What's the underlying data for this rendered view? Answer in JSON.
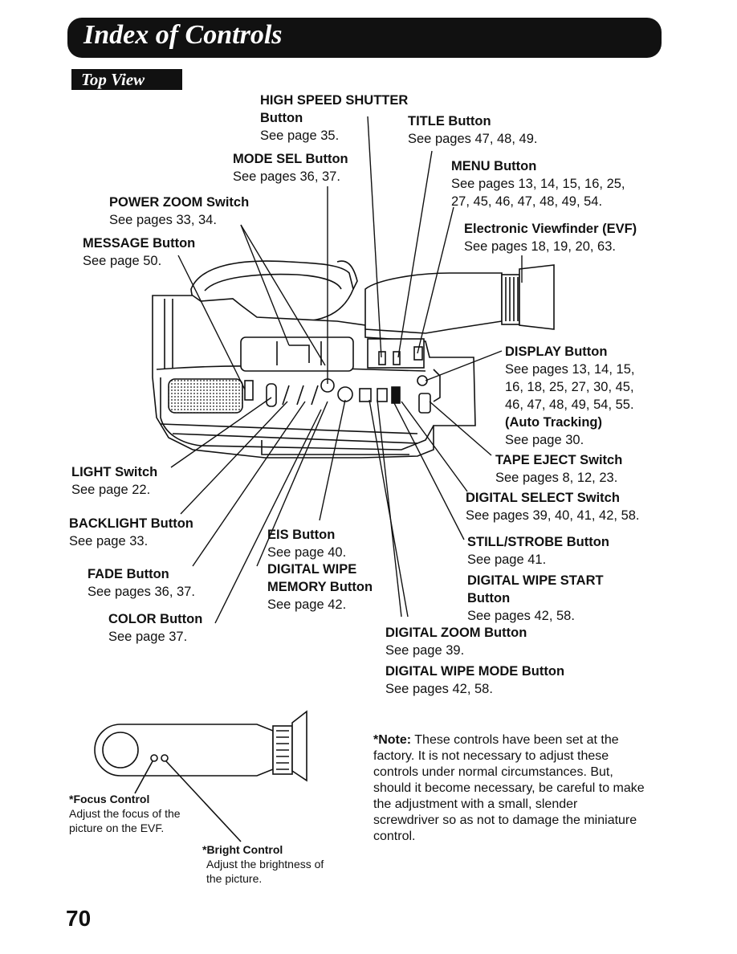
{
  "header": {
    "title": "Index of Controls",
    "section": "Top View"
  },
  "labels": {
    "high_speed_shutter": {
      "name": "HIGH SPEED SHUTTER",
      "name2": "Button",
      "ref": "See page 35."
    },
    "title_button": {
      "name": "TITLE Button",
      "ref": "See pages 47, 48, 49."
    },
    "mode_sel": {
      "name": "MODE SEL Button",
      "ref": "See pages 36, 37."
    },
    "menu_button": {
      "name": "MENU Button",
      "ref": "See pages 13, 14, 15, 16, 25,",
      "ref2": "27, 45, 46, 47, 48, 49, 54."
    },
    "power_zoom": {
      "name": "POWER ZOOM Switch",
      "ref": "See pages 33, 34."
    },
    "evf": {
      "name": "Electronic Viewfinder (EVF)",
      "ref": "See pages 18, 19, 20, 63."
    },
    "message": {
      "name": "MESSAGE Button",
      "ref": "See page 50."
    },
    "display": {
      "name": "DISPLAY Button",
      "ref": "See pages 13, 14, 15,",
      "ref2": "16, 18, 25, 27, 30, 45,",
      "ref3": "46, 47, 48, 49, 54, 55.",
      "sub": "(Auto Tracking)",
      "subref": "See page 30."
    },
    "tape_eject": {
      "name": "TAPE EJECT Switch",
      "ref": "See pages 8, 12, 23."
    },
    "light": {
      "name": "LIGHT Switch",
      "ref": "See page 22."
    },
    "digital_select": {
      "name": "DIGITAL SELECT Switch",
      "ref": "See pages 39, 40, 41, 42, 58."
    },
    "backlight": {
      "name": "BACKLIGHT Button",
      "ref": "See page 33."
    },
    "eis": {
      "name": "EIS Button",
      "ref": "See page 40."
    },
    "still_strobe": {
      "name": "STILL/STROBE Button",
      "ref": "See page 41."
    },
    "fade": {
      "name": "FADE Button",
      "ref": "See pages 36, 37."
    },
    "wipe_memory": {
      "name": "DIGITAL WIPE",
      "name2": "MEMORY Button",
      "ref": "See page 42."
    },
    "wipe_start": {
      "name": "DIGITAL WIPE START",
      "name2": "Button",
      "ref": "See pages 42, 58."
    },
    "color": {
      "name": "COLOR Button",
      "ref": "See page 37."
    },
    "digital_zoom": {
      "name": "DIGITAL ZOOM Button",
      "ref": "See page 39."
    },
    "wipe_mode": {
      "name": "DIGITAL WIPE MODE Button",
      "ref": "See pages 42, 58."
    }
  },
  "evf_detail": {
    "focus": {
      "name": "*Focus Control",
      "line1": "Adjust the focus of the",
      "line2": "picture on the EVF."
    },
    "bright": {
      "name": "*Bright Control",
      "line1": "Adjust the brightness of",
      "line2": "the picture."
    }
  },
  "note": {
    "heading": "*Note:",
    "text": "These controls have been set at the factory. It is not necessary to adjust these controls under normal circumstances. But, should it become necessary, be careful to make the adjustment with a small, slender screwdriver so as not to damage the miniature control."
  },
  "page_number": "70"
}
